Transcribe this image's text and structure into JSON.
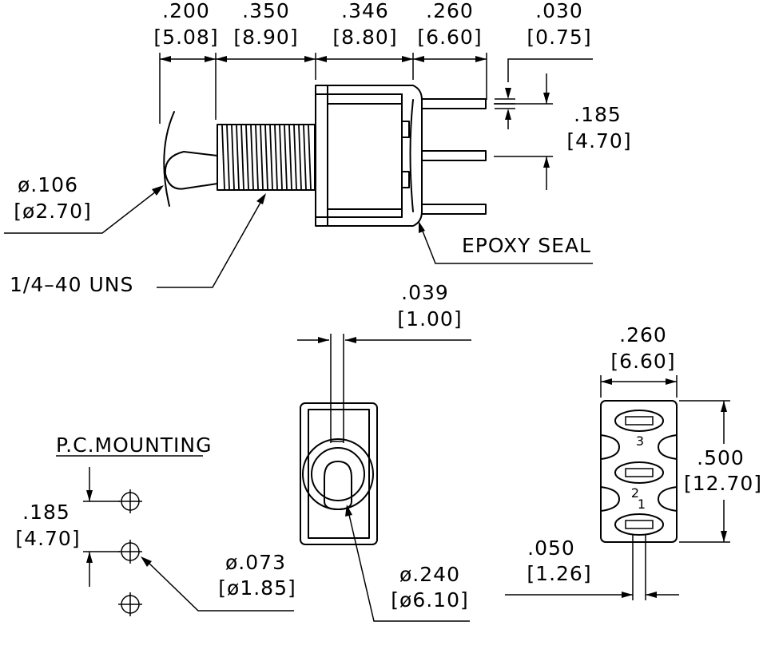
{
  "side_view": {
    "dims": {
      "d200": {
        "in": ".200",
        "mm": "[5.08]"
      },
      "d350": {
        "in": ".350",
        "mm": "[8.90]"
      },
      "d346": {
        "in": ".346",
        "mm": "[8.80]"
      },
      "d260": {
        "in": ".260",
        "mm": "[6.60]"
      },
      "d030": {
        "in": ".030",
        "mm": "[0.75]"
      },
      "d185": {
        "in": ".185",
        "mm": "[4.70]"
      },
      "d106": {
        "in": "ø.106",
        "mm": "[ø2.70]"
      }
    },
    "thread_label": "1/4–40 UNS",
    "seal_label": "EPOXY SEAL"
  },
  "front_view": {
    "d039": {
      "in": ".039",
      "mm": "[1.00]"
    },
    "d240": {
      "in": "ø.240",
      "mm": "[ø6.10]"
    }
  },
  "bottom_view": {
    "d260": {
      "in": ".260",
      "mm": "[6.60]"
    },
    "d500": {
      "in": ".500",
      "mm": "[12.70]"
    },
    "d050": {
      "in": ".050",
      "mm": "[1.26]"
    },
    "terminals": [
      "3",
      "2",
      "1"
    ]
  },
  "pc_mounting": {
    "title": "P.C.MOUNTING",
    "d185": {
      "in": ".185",
      "mm": "[4.70]"
    },
    "d073": {
      "in": "ø.073",
      "mm": "[ø1.85]"
    }
  }
}
